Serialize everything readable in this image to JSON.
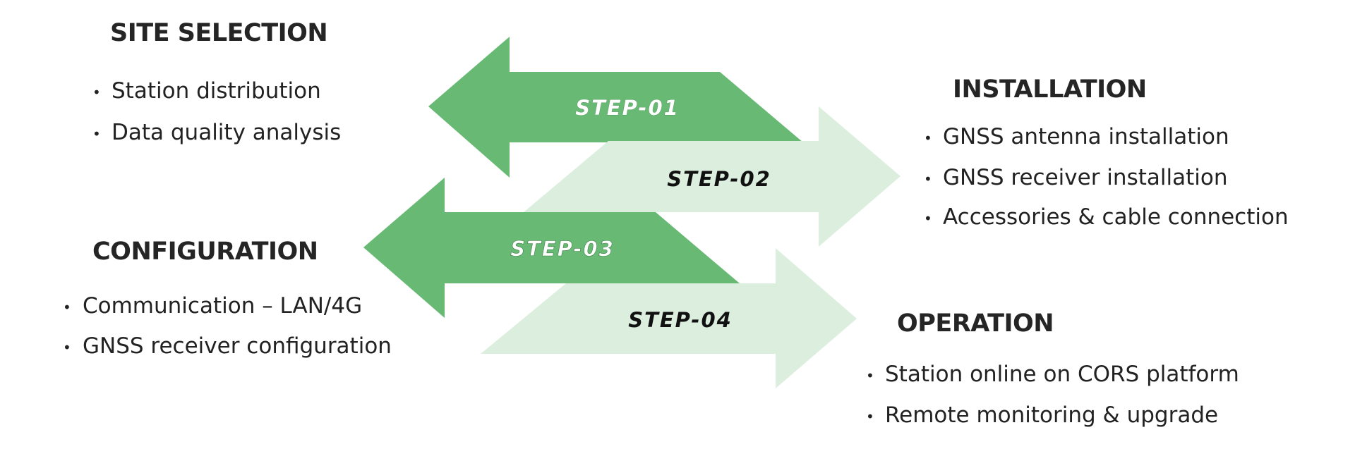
{
  "colors": {
    "arrow_dark": "#68b974",
    "arrow_light": "#dcefdf",
    "label_on_dark": "#ffffff",
    "label_on_light": "#111111",
    "text": "#222222"
  },
  "steps": [
    {
      "label": "STEP-01",
      "direction": "left",
      "style": "dark"
    },
    {
      "label": "STEP-02",
      "direction": "right",
      "style": "light"
    },
    {
      "label": "STEP-03",
      "direction": "left",
      "style": "dark"
    },
    {
      "label": "STEP-04",
      "direction": "right",
      "style": "light"
    }
  ],
  "sections": {
    "site_selection": {
      "title": "SITE SELECTION",
      "bullet_glyph": "•",
      "items": [
        "Station distribution",
        "Data quality analysis"
      ]
    },
    "installation": {
      "title": "INSTALLATION",
      "bullet_glyph": "•",
      "items": [
        "GNSS antenna installation",
        "GNSS receiver installation",
        "Accessories & cable connection"
      ]
    },
    "configuration": {
      "title": "CONFIGURATION",
      "bullet_glyph": "•",
      "items": [
        "Communication – LAN/4G",
        "GNSS receiver configuration"
      ]
    },
    "operation": {
      "title": "OPERATION",
      "bullet_glyph": "•",
      "items": [
        "Station online on CORS platform",
        "Remote monitoring & upgrade"
      ]
    }
  }
}
